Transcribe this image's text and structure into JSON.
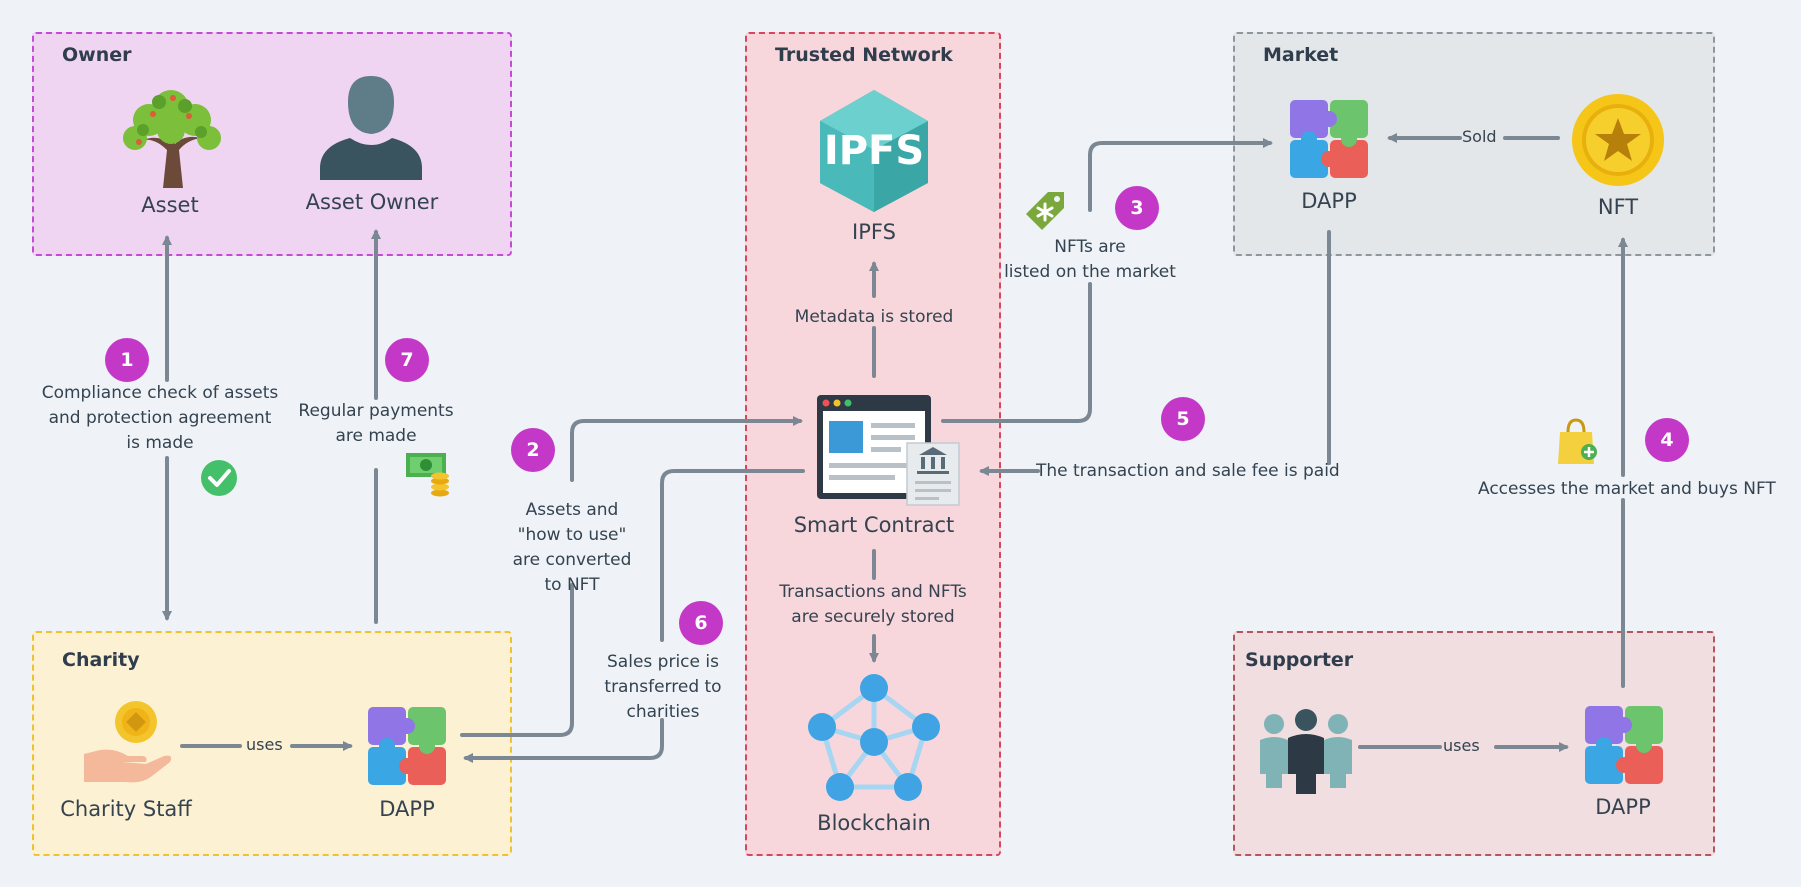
{
  "groups": {
    "owner": "Owner",
    "trusted": "Trusted Network",
    "market": "Market",
    "charity": "Charity",
    "supporter": "Supporter"
  },
  "nodes": {
    "asset": "Asset",
    "asset_owner": "Asset Owner",
    "ipfs": "IPFS",
    "smart_contract": "Smart Contract",
    "blockchain": "Blockchain",
    "market_dapp": "DAPP",
    "nft": "NFT",
    "charity_staff": "Charity Staff",
    "charity_dapp": "DAPP",
    "supporter_dapp": "DAPP"
  },
  "icon_text": {
    "ipfs_logo": "IPFS"
  },
  "badges": [
    "1",
    "2",
    "3",
    "4",
    "5",
    "6",
    "7"
  ],
  "edges": {
    "e1": "Compliance check of assets\nand protection agreement\nis made",
    "e2": "Assets and\n\"how to use\"\nare converted\nto NFT",
    "e3": "NFTs are\nlisted on the market",
    "e4": "Accesses the market and buys NFT",
    "e5": "The transaction and sale fee is paid",
    "e6": "Sales price is\ntransferred to\ncharities",
    "e7": "Regular payments\nare made",
    "metadata": "Metadata is stored",
    "stored": "Transactions and NFTs\nare securely stored",
    "sold": "Sold",
    "uses_charity": "uses",
    "uses_supporter": "uses"
  },
  "colors": {
    "owner_bg": "#f0d5f3",
    "owner_border": "#c54ad6",
    "trusted_bg": "#f7d6dc",
    "trusted_border": "#d6475f",
    "market_bg": "#e4e7ea",
    "market_border": "#8e979f",
    "charity_bg": "#fdf1d3",
    "charity_border": "#f0c232",
    "supporter_bg": "#f0dee0",
    "supporter_border": "#b5555e",
    "arrow": "#7b8894",
    "badge": "#c338c7"
  }
}
